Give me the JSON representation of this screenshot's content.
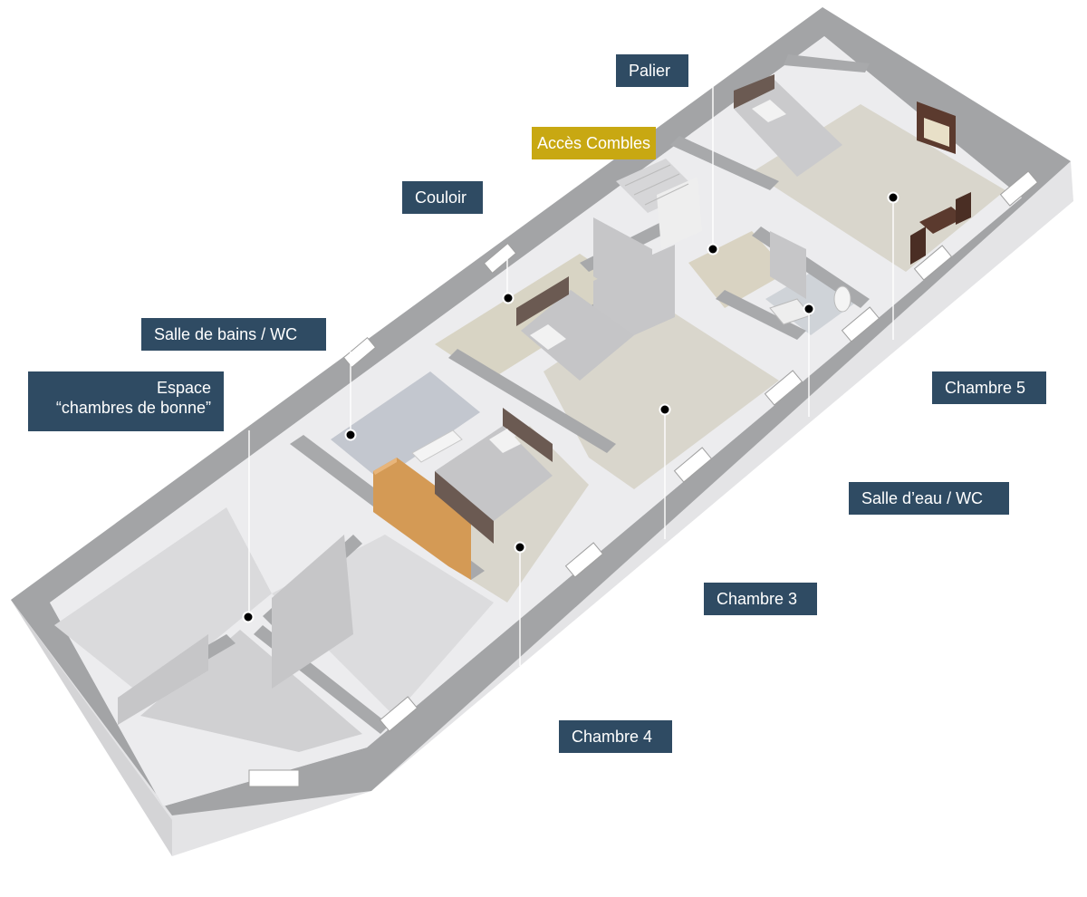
{
  "plan": {
    "labels": {
      "palier": "Palier",
      "acces_combles": "Accès Combles",
      "couloir": "Couloir",
      "salle_de_bains": "Salle de bains / WC",
      "espace_line1": "Espace",
      "espace_line2": "“chambres de bonne”",
      "chambre5": "Chambre 5",
      "salle_d_eau": "Salle d’eau / WC",
      "chambre3": "Chambre 3",
      "chambre4": "Chambre 4"
    },
    "colors": {
      "label_bg": "#2f4b63",
      "label_gold": "#c8a812",
      "wall_top": "#a3a4a6",
      "wall_side": "#e6e6e8",
      "floor_light": "#d2d2d4",
      "floor_beige": "#d9d6cc",
      "floor_blue": "#c3c7cf"
    }
  }
}
